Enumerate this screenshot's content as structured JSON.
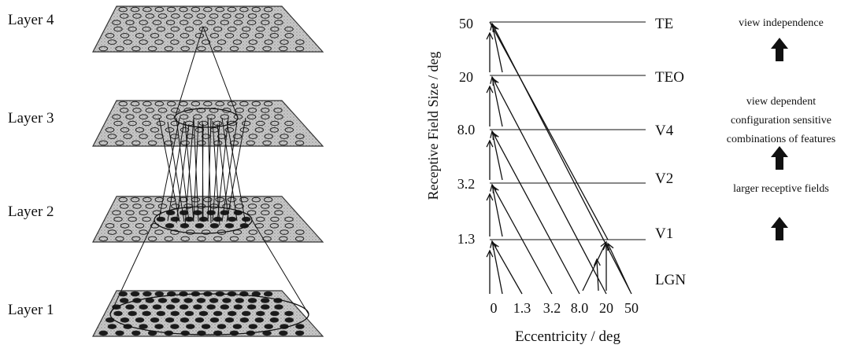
{
  "left_diagram": {
    "layers": [
      {
        "label": "Layer 4"
      },
      {
        "label": "Layer 3"
      },
      {
        "label": "Layer 2"
      },
      {
        "label": "Layer 1"
      }
    ]
  },
  "right_diagram": {
    "y_axis_label": "Receptive Field Size / deg",
    "x_axis_label": "Eccentricity / deg",
    "y_ticks": [
      "50",
      "20",
      "8.0",
      "3.2",
      "1.3"
    ],
    "x_ticks": [
      "0",
      "1.3",
      "3.2",
      "8.0",
      "20",
      "50"
    ],
    "areas": [
      "TE",
      "TEO",
      "V4",
      "V2",
      "V1",
      "LGN"
    ],
    "captions": {
      "top": "view independence",
      "middle_1": "view dependent",
      "middle_2": "configuration sensitive",
      "middle_3": "combinations of features",
      "bottom": "larger receptive fields"
    }
  }
}
